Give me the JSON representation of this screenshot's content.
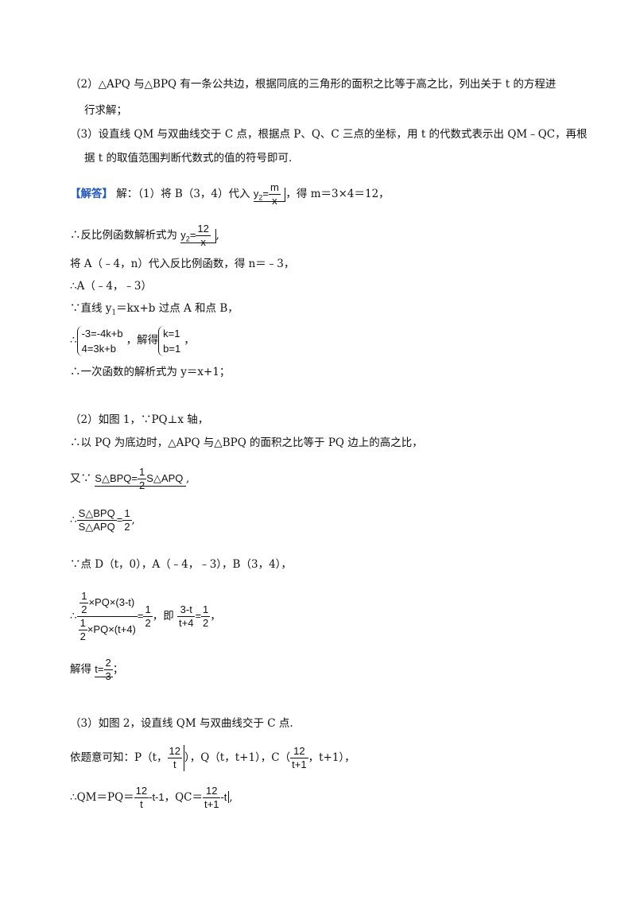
{
  "analysis": {
    "p2_line1": "（2）△APQ 与△BPQ 有一条公共边，根据同底的三角形的面积之比等于高之比，列出关于 t 的方程进",
    "p2_line2": "行求解；",
    "p3_line1": "（3）设直线 QM 与双曲线交于 C 点，根据点 P、Q、C 三点的坐标，用 t 的代数式表示出 QM﹣QC，再根",
    "p3_line2": "据 t 的取值范围判断代数式的值的符号即可."
  },
  "solution": {
    "tag": "【解答】",
    "s1": {
      "intro": "解：（1）将 B（3，4）代入",
      "y2": "y",
      "y2_sub": "2",
      "eq": "=",
      "f1_num": "m",
      "f1_den": "x",
      "result": "，得 m＝3×4＝12，",
      "line2_pre": "∴反比例函数解析式为",
      "f2_num": "12",
      "f2_den": "x",
      "line2_post": ",",
      "line3": "将 A（﹣4，n）代入反比例函数，得 n＝﹣3，",
      "line4": "∴A（﹣4，﹣3）",
      "line5_pre": "∵直线 y",
      "line5_sub": "1",
      "line5_post": "＝kx+b 过点 A 和点 B，",
      "therefore": "∴",
      "sys1_a": "-3=-4k+b",
      "sys1_b": "4=3k+b",
      "solve_word": "，解得",
      "sys2_a": "k=1",
      "sys2_b": "b=1",
      "sys_end": "，",
      "line7": "∴一次函数的解析式为 y＝x+1；"
    },
    "s2": {
      "line1": "（2）如图 1，∵PQ⊥x 轴，",
      "line2": "∴以 PQ 为底边时，△APQ 与△BPQ 的面积之比等于 PQ 边上的高之比，",
      "line3_pre": "又∵",
      "s_bpq": "S△BPQ",
      "eq": "=",
      "half_num": "1",
      "half_den": "2",
      "s_apq": "S△APQ",
      "line3_post": ",",
      "line4_pre": "∴",
      "ratio_num": "S△BPQ",
      "ratio_den": "S△APQ",
      "line4_post": ",",
      "line5": "∵点 D（t，0），A（﹣4，﹣3），B（3，4），",
      "big_num": "×PQ×(3-t)",
      "big_den": "×PQ×(t+4)",
      "ie": "，即",
      "f_num": "3-t",
      "f_den": "t+4",
      "post": "，",
      "solve_pre": "解得",
      "t_var": "t",
      "t_num": "2",
      "t_den": "3",
      "solve_post": "；"
    },
    "s3": {
      "line1": "（3）如图 2，设直线 QM 与双曲线交于 C 点.",
      "line2_pre": "依题意可知：P（t，",
      "p_num": "12",
      "p_den": "t",
      "line2_mid": "），Q（t，t+1），C（",
      "c_num": "12",
      "c_den": "t+1",
      "line2_post": "，t+1），",
      "line3_pre": "∴QM＝PQ＝",
      "qm_num": "12",
      "qm_den": "t",
      "qm_tail": "-t-1",
      "qc_label": "，QC＝",
      "qc_num": "12",
      "qc_den": "t+1",
      "qc_tail": "-t",
      "line3_post": ","
    }
  }
}
